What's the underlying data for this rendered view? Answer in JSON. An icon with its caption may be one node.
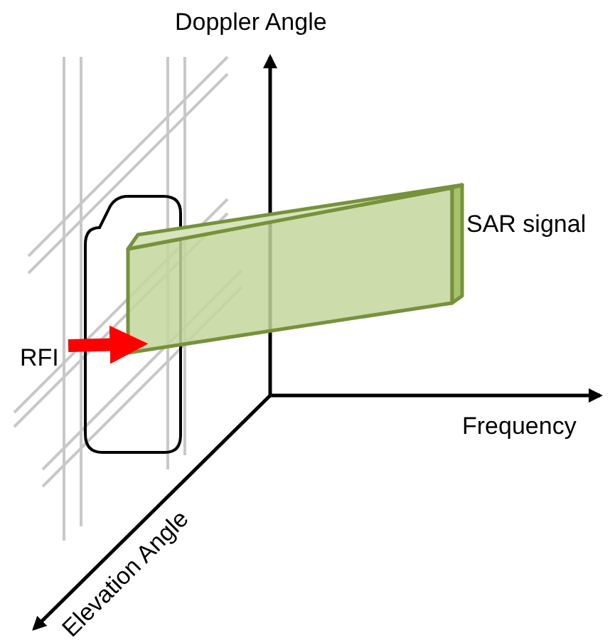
{
  "diagram": {
    "nodes": [
      {
        "text": [
          "RFI"
        ]
      },
      {
        "text": [],
        "shape": "box",
        "beside": [
          "SAR signal"
        ]
      }
    ],
    "edges": [
      {
        "from": 0,
        "to": 1,
        "arrow": "to",
        "color": "#ff0000"
      }
    ],
    "labels": [
      "Doppler Angle",
      "Frequency",
      "Elevation Angle"
    ]
  }
}
